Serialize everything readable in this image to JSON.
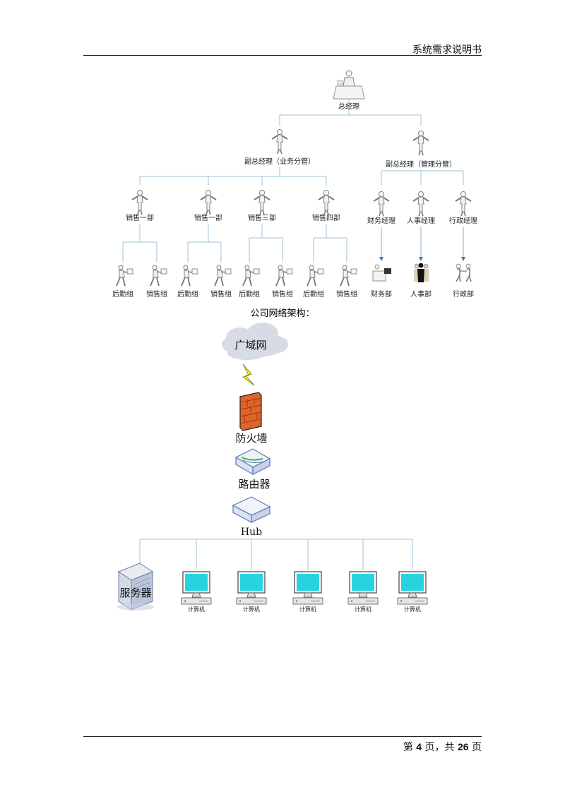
{
  "header": {
    "title": "系统需求说明书"
  },
  "org": {
    "ceo": "总经理",
    "vp_business": "副总经理（业务分管）",
    "vp_admin": "副总经理（管理分管）",
    "sales_depts": [
      "销售一部",
      "销售一部",
      "销售三部",
      "销售四部"
    ],
    "managers": [
      "财务经理",
      "人事经理",
      "行政经理"
    ],
    "groups": [
      "后勤组",
      "销售组",
      "后勤组",
      "销售组",
      "后勤组",
      "销售组",
      "后勤组",
      "销售组"
    ],
    "departments": [
      "财务部",
      "人事部",
      "行政部"
    ]
  },
  "network": {
    "section_title": "公司网络架构：",
    "wan": "广域网",
    "firewall": "防火墙",
    "router": "路由器",
    "hub": "Hub",
    "server": "服务器",
    "computers": [
      "计算机",
      "计算机",
      "计算机",
      "计算机",
      "计算机"
    ]
  },
  "footer": {
    "prefix": "第 ",
    "page": "4",
    "mid": " 页，共 ",
    "total": "26",
    "suffix": " 页"
  },
  "colors": {
    "screen": "#27d3e0",
    "firewall": "#e0642a",
    "cloud": "#d7dbe3",
    "device": "#5a76b8"
  }
}
